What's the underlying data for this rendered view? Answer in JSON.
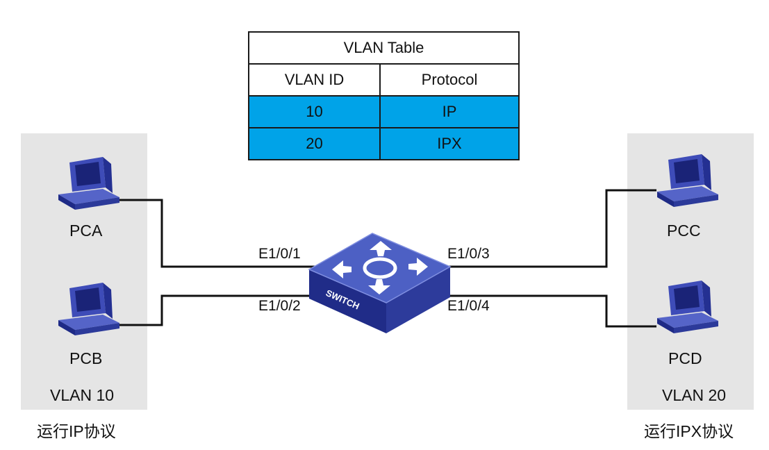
{
  "table": {
    "title": "VLAN Table",
    "headers": [
      "VLAN ID",
      "Protocol"
    ],
    "rows": [
      {
        "vlan_id": "10",
        "protocol": "IP"
      },
      {
        "vlan_id": "20",
        "protocol": "IPX"
      }
    ]
  },
  "hosts": {
    "pca": "PCA",
    "pcb": "PCB",
    "pcc": "PCC",
    "pcd": "PCD"
  },
  "ports": {
    "e1": "E1/0/1",
    "e2": "E1/0/2",
    "e3": "E1/0/3",
    "e4": "E1/0/4"
  },
  "switch_label": "SWITCH",
  "groups": {
    "left_vlan": "VLAN 10",
    "right_vlan": "VLAN 20",
    "left_note": "运行IP协议",
    "right_note": "运行IPX协议"
  },
  "colors": {
    "table_highlight": "#00a3e8",
    "panel": "#e5e5e5",
    "switch_top": "#4d60c4",
    "pc_body": "#3a47ad"
  }
}
